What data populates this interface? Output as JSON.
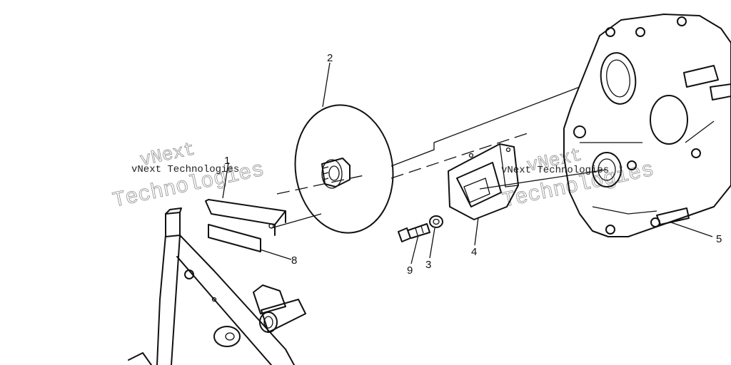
{
  "callouts": {
    "c1": "1",
    "c2": "2",
    "c3": "3",
    "c4": "4",
    "c5": "5",
    "c8": "8",
    "c9": "9"
  },
  "watermark": {
    "line1_left": "vNext Technologies",
    "big_left_a": "vNext",
    "big_left_b": "Technologies",
    "line1_right": "vNext Technologies",
    "big_right_a": "vNext",
    "big_right_b": "Technologies"
  }
}
